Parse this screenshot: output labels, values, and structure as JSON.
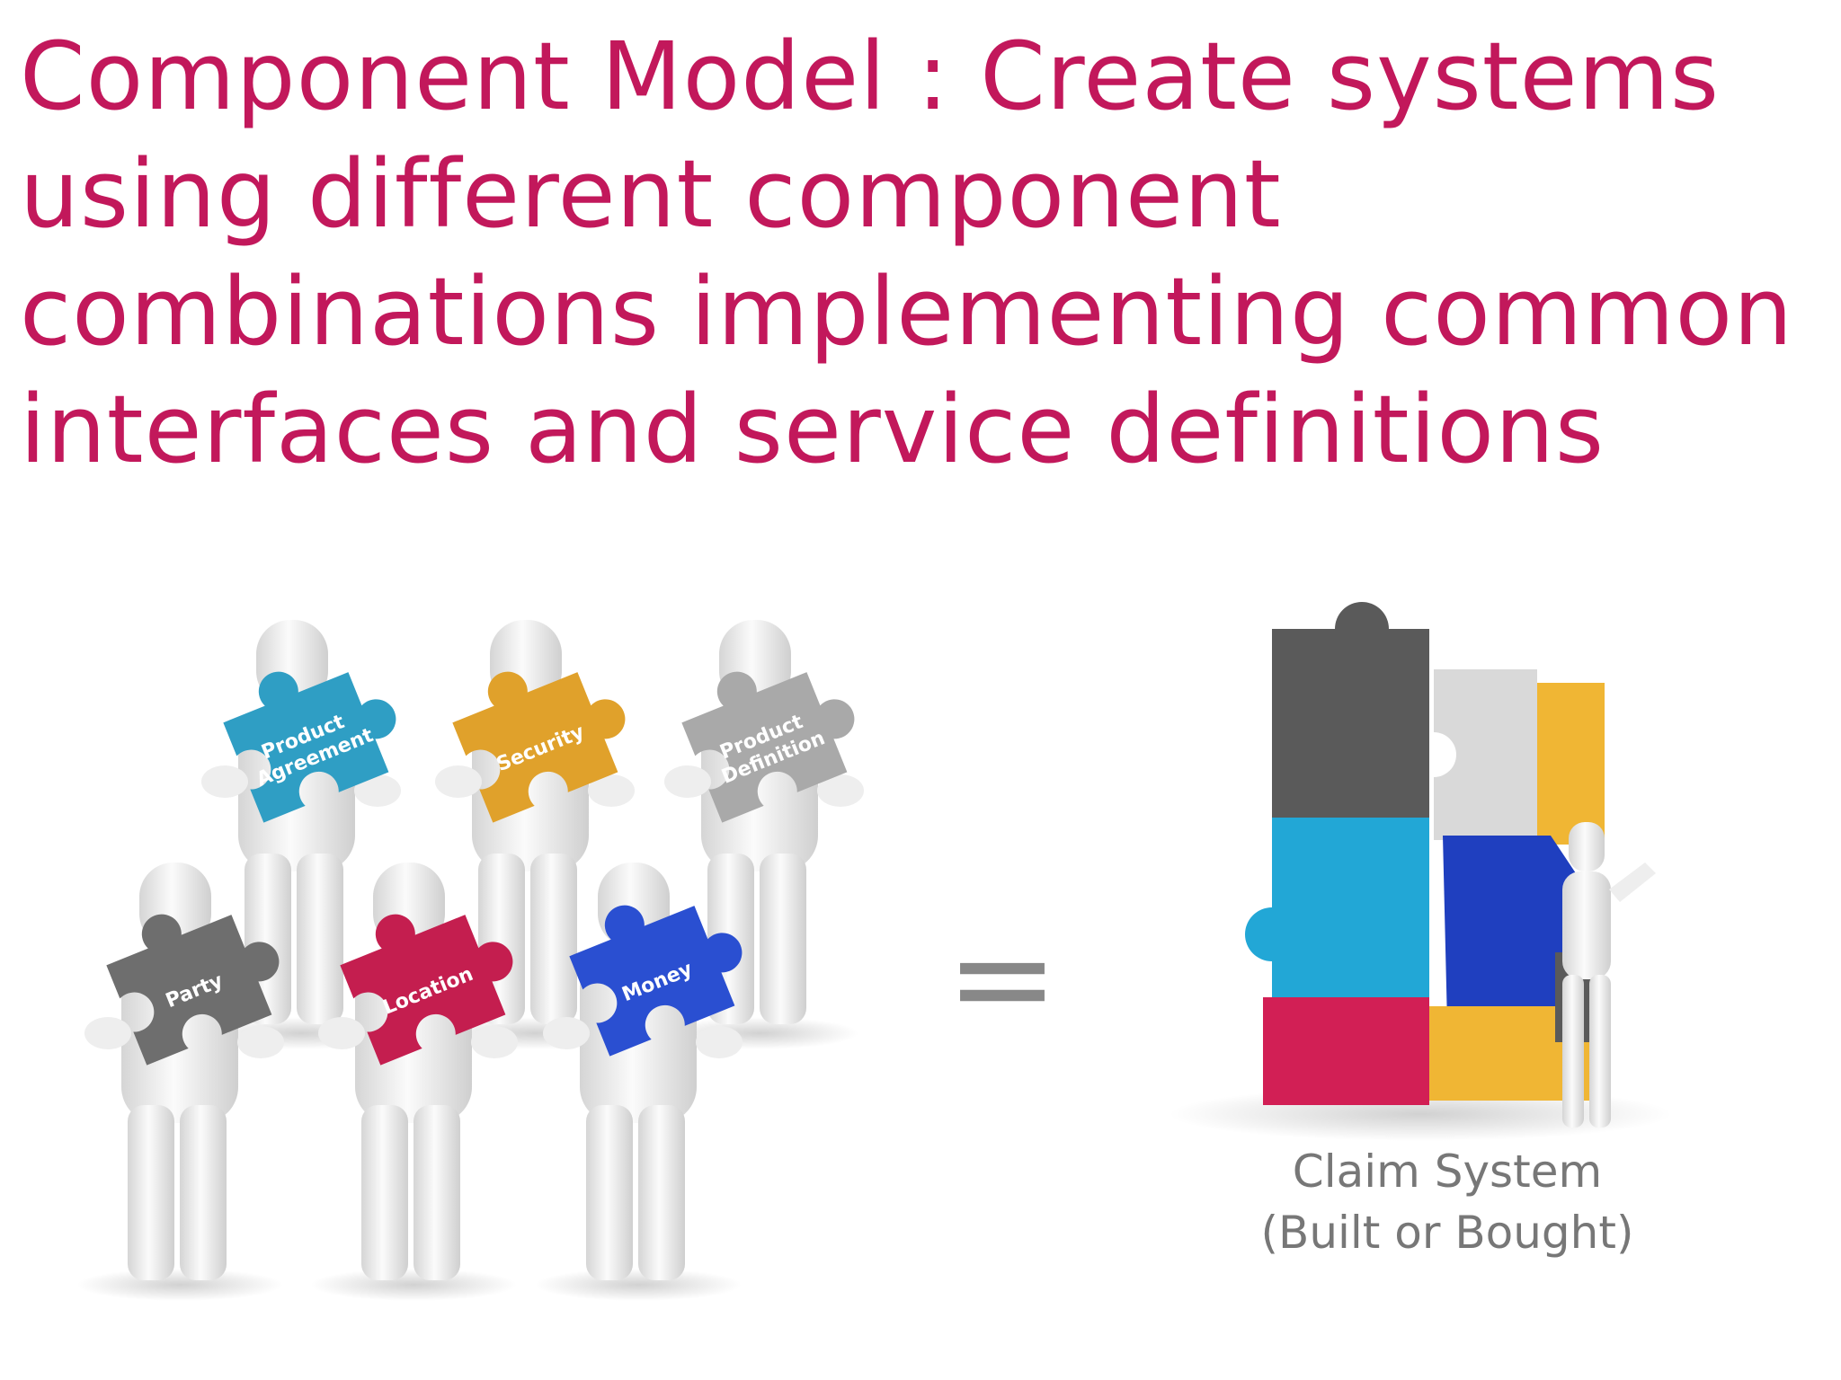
{
  "slide": {
    "title": "Component Model : Create systems using different component combinations implementing common interfaces and service definitions",
    "equals_sign": "=",
    "caption": {
      "line1": "Claim System",
      "line2": "(Built or Bought)"
    }
  },
  "components": [
    {
      "label": "Product Agreement",
      "label_line1": "Product",
      "label_line2": "Agreement",
      "color": "#2f9ec4"
    },
    {
      "label": "Security",
      "color": "#e0a12b"
    },
    {
      "label": "Product Definition",
      "label_line1": "Product",
      "label_line2": "Definition",
      "color": "#a9a9a9"
    },
    {
      "label": "Party",
      "color": "#6e6e6e"
    },
    {
      "label": "Location",
      "color": "#c41e4f"
    },
    {
      "label": "Money",
      "color": "#2a4fd1"
    }
  ],
  "assembled_colors": {
    "dark_gray": "#5a5a5a",
    "light_gray": "#d9d9d9",
    "yellow": "#f0b634",
    "cyan": "#22a7d6",
    "blue": "#1f3fbf",
    "red": "#d21f55"
  },
  "theme": {
    "title_color": "#c2185b",
    "caption_color": "#777777"
  }
}
